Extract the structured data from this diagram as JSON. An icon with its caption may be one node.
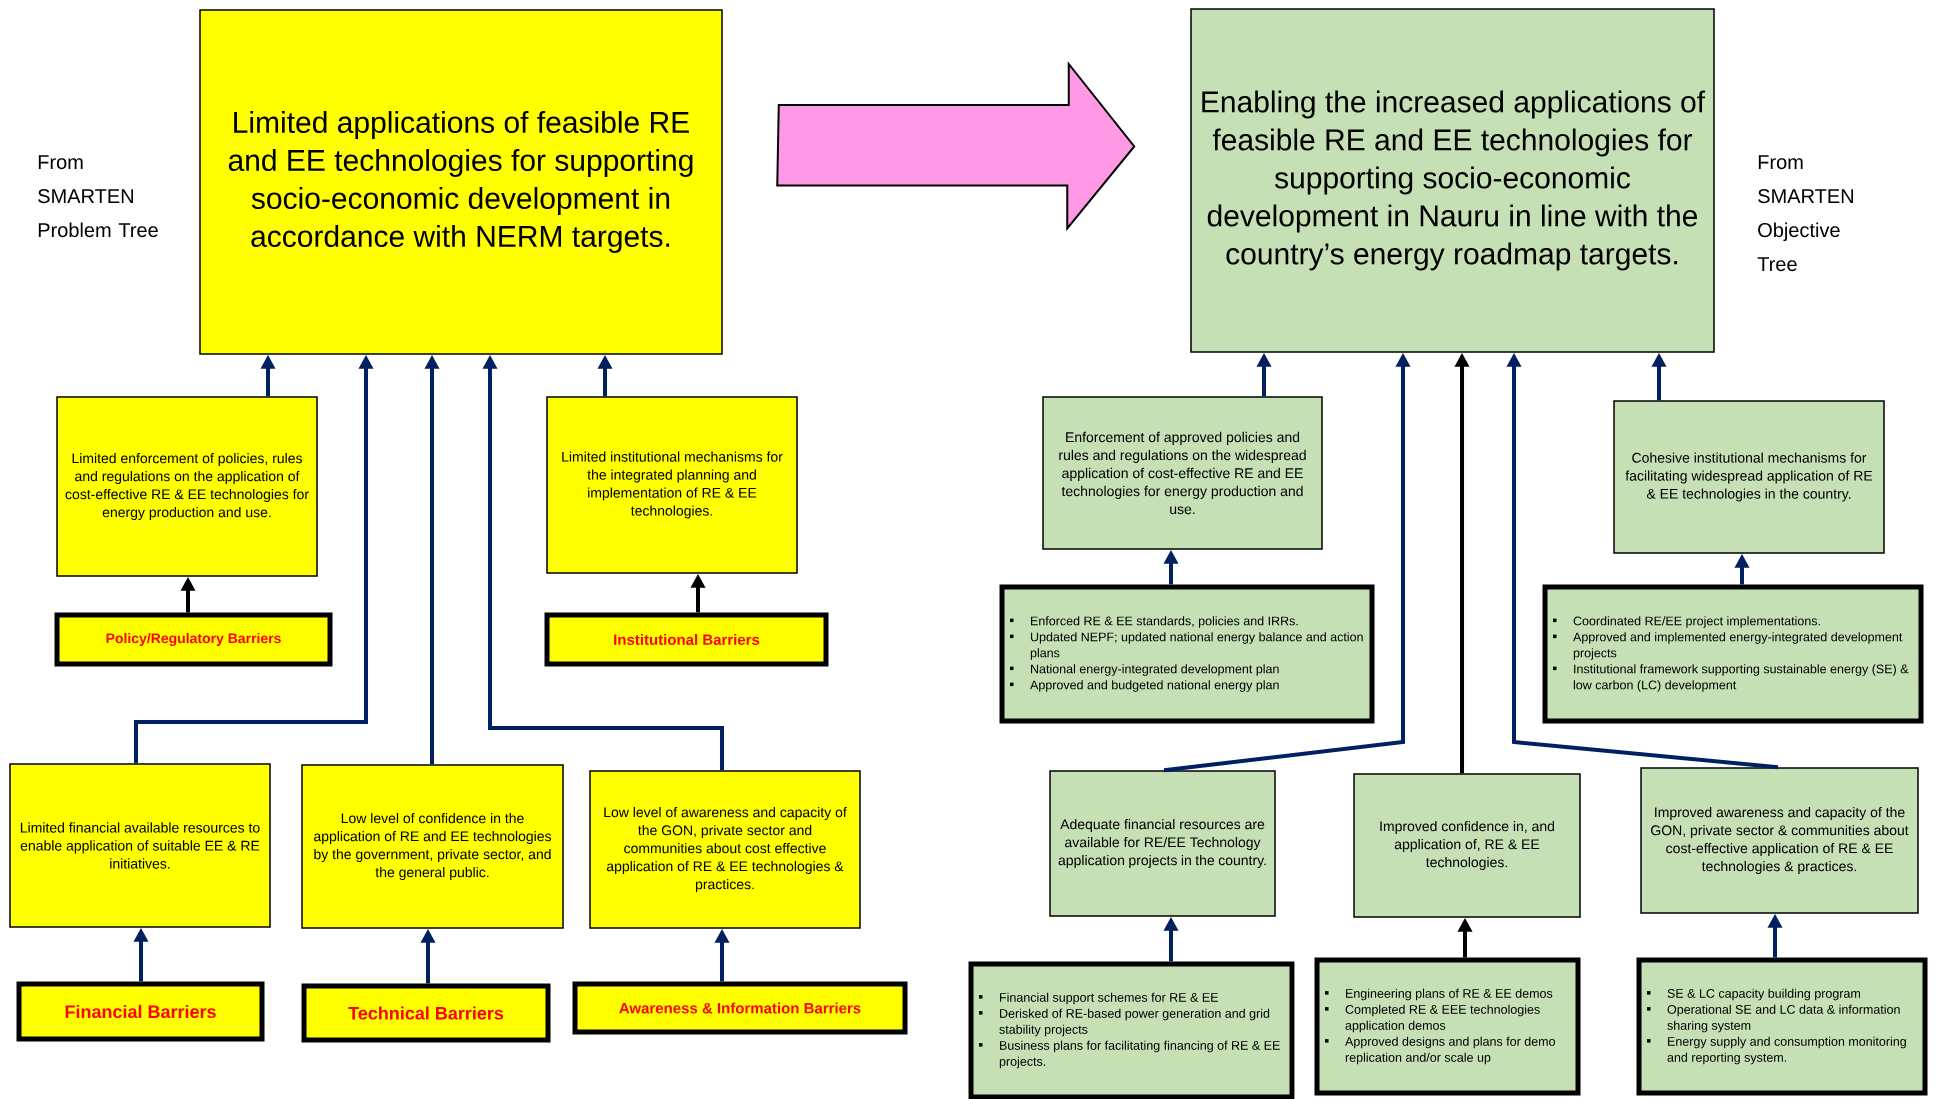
{
  "diagram": {
    "nodes": [
      {
        "text": [
          "Limited applications of feasible RE and EE technologies for supporting socio-economic development in accordance with NERM targets."
        ]
      },
      {
        "text": [
          "Enabling the increased applications of feasible RE and EE technologies for supporting socio-economic development in Nauru in line with the country’s energy roadmap targets."
        ]
      },
      {
        "text": [
          "Limited enforcement of policies, rules and regulations on the application of cost-effective RE & EE technologies for energy production and use."
        ]
      },
      {
        "text": [
          "Limited institutional mechanisms for the integrated planning and implementation of RE & EE technologies."
        ]
      },
      {
        "text": [
          "Enforcement of approved policies and rules and regulations on the widespread application of cost-effective RE and EE technologies for energy production and use."
        ]
      },
      {
        "text": [
          "Cohesive institutional mechanisms for facilitating widespread application of RE & EE technologies in the country."
        ]
      },
      {
        "text": [
          "Policy/Regulatory Barriers"
        ]
      },
      {
        "text": [
          "Institutional Barriers"
        ]
      },
      {
        "text": [
          "Enforced RE & EE standards, policies and IRRs.",
          "Updated NEPF; updated national energy balance and action plans",
          "National energy-integrated development plan",
          "Approved and budgeted national energy plan"
        ]
      },
      {
        "text": [
          "Coordinated RE/EE project implementations.",
          "Approved and implemented energy-integrated development projects",
          "Institutional framework supporting sustainable energy (SE) & low carbon (LC) development"
        ]
      },
      {
        "text": [
          "Limited financial available resources to enable application of suitable EE & RE initiatives."
        ]
      },
      {
        "text": [
          "Low level of confidence in the application of RE and EE technologies by the government, private sector, and the general public."
        ]
      },
      {
        "text": [
          "Low level of awareness and capacity of the GON, private sector and communities about cost effective application of RE & EE technologies & practices."
        ]
      },
      {
        "text": [
          "Adequate financial resources are available for RE/EE Technology application projects in the country."
        ]
      },
      {
        "text": [
          "Improved confidence in, and application of, RE & EE technologies."
        ]
      },
      {
        "text": [
          "Improved awareness and capacity of the GON, private sector & communities about cost-effective application of RE & EE technologies & practices."
        ]
      },
      {
        "text": [
          "Financial Barriers"
        ]
      },
      {
        "text": [
          "Technical Barriers"
        ]
      },
      {
        "text": [
          "Awareness & Information Barriers"
        ]
      },
      {
        "text": [
          "Financial support schemes for RE & EE",
          "Derisked of RE-based power generation and grid stability projects",
          "Business plans for facilitating financing of RE & EE projects."
        ]
      },
      {
        "text": [
          "Engineering plans of RE & EE demos",
          "Completed RE & EEE technologies application demos",
          "Approved designs and plans for demo replication and/or scale up"
        ]
      },
      {
        "text": [
          "SE & LC capacity building program",
          "Operational SE and LC data & information sharing system",
          "Energy supply and consumption monitoring and reporting system."
        ]
      }
    ],
    "edges": [
      {
        "from": 0,
        "to": 1,
        "arrow": "to",
        "style": "thick",
        "color": "#ff99e6"
      },
      {
        "from": 2,
        "to": 0,
        "arrow": "to"
      },
      {
        "from": 3,
        "to": 0,
        "arrow": "to"
      },
      {
        "from": 4,
        "to": 1,
        "arrow": "to"
      },
      {
        "from": 5,
        "to": 1,
        "arrow": "to"
      },
      {
        "from": 6,
        "to": 2,
        "arrow": "to",
        "color": "#000000"
      },
      {
        "from": 7,
        "to": 3,
        "arrow": "to",
        "color": "#000000"
      },
      {
        "from": 8,
        "to": 4,
        "arrow": "to"
      },
      {
        "from": 9,
        "to": 5,
        "arrow": "to"
      },
      {
        "from": 10,
        "to": 0,
        "arrow": "to"
      },
      {
        "from": 11,
        "to": 0,
        "arrow": "to"
      },
      {
        "from": 12,
        "to": 0,
        "arrow": "to"
      },
      {
        "from": 13,
        "to": 1,
        "arrow": "to"
      },
      {
        "from": 14,
        "to": 1,
        "arrow": "to",
        "color": "#000000"
      },
      {
        "from": 15,
        "to": 1,
        "arrow": "to"
      },
      {
        "from": 16,
        "to": 10,
        "arrow": "to"
      },
      {
        "from": 17,
        "to": 11,
        "arrow": "to"
      },
      {
        "from": 18,
        "to": 12,
        "arrow": "to"
      },
      {
        "from": 19,
        "to": 13,
        "arrow": "to"
      },
      {
        "from": 20,
        "to": 14,
        "arrow": "to",
        "color": "#000000"
      },
      {
        "from": 21,
        "to": 15,
        "arrow": "to"
      }
    ],
    "labels": [
      "From SMARTEN Problem Tree",
      "From SMARTEN Objective Tree"
    ]
  }
}
